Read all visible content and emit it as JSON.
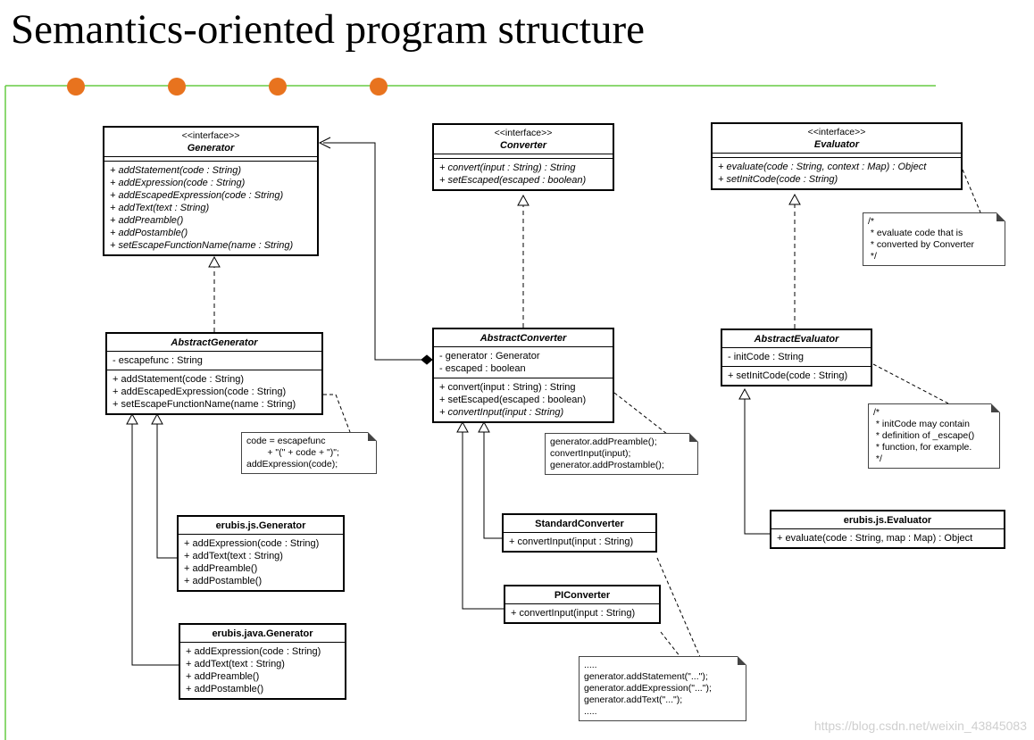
{
  "title": "Semantics-oriented program structure",
  "colors": {
    "accent_line": "#66cc44",
    "bullet": "#e8731e"
  },
  "classes": {
    "generator_iface": {
      "stereotype": "<<interface>>",
      "name": "Generator",
      "methods": [
        "+ addStatement(code : String)",
        "+ addExpression(code : String)",
        "+ addEscapedExpression(code : String)",
        "+ addText(text : String)",
        "+ addPreamble()",
        "+ addPostamble()",
        "+ setEscapeFunctionName(name : String)"
      ]
    },
    "converter_iface": {
      "stereotype": "<<interface>>",
      "name": "Converter",
      "methods": [
        "+ convert(input : String) : String",
        "+ setEscaped(escaped : boolean)"
      ]
    },
    "evaluator_iface": {
      "stereotype": "<<interface>>",
      "name": "Evaluator",
      "methods": [
        "+ evaluate(code : String, context : Map) : Object",
        "+ setInitCode(code : String)"
      ]
    },
    "abstract_generator": {
      "name": "AbstractGenerator",
      "fields": [
        "- escapefunc : String"
      ],
      "methods": [
        "+ addStatement(code : String)",
        "+ addEscapedExpression(code : String)",
        "+ setEscapeFunctionName(name : String)"
      ]
    },
    "abstract_converter": {
      "name": "AbstractConverter",
      "fields": [
        "- generator : Generator",
        "- escaped : boolean"
      ],
      "methods": [
        "+ convert(input : String) : String",
        "+ setEscaped(escaped : boolean)",
        "+ convertInput(input : String)"
      ]
    },
    "abstract_evaluator": {
      "name": "AbstractEvaluator",
      "fields": [
        "- initCode : String"
      ],
      "methods": [
        "+ setInitCode(code : String)"
      ]
    },
    "js_generator": {
      "name": "erubis.js.Generator",
      "methods": [
        "+ addExpression(code : String)",
        "+ addText(text : String)",
        "+ addPreamble()",
        "+ addPostamble()"
      ]
    },
    "java_generator": {
      "name": "erubis.java.Generator",
      "methods": [
        "+ addExpression(code : String)",
        "+ addText(text : String)",
        "+ addPreamble()",
        "+ addPostamble()"
      ]
    },
    "standard_converter": {
      "name": "StandardConverter",
      "methods": [
        "+ convertInput(input : String)"
      ]
    },
    "pi_converter": {
      "name": "PIConverter",
      "methods": [
        "+ convertInput(input : String)"
      ]
    },
    "js_evaluator": {
      "name": "erubis.js.Evaluator",
      "methods": [
        "+ evaluate(code : String, map : Map) : Object"
      ]
    }
  },
  "notes": {
    "evaluator_note": [
      "/*",
      " * evaluate code that is",
      " * converted by Converter",
      " */"
    ],
    "generator_note": [
      "code = escapefunc",
      "        + \"(\" + code + \")\";",
      "addExpression(code);"
    ],
    "converter_note": [
      "generator.addPreamble();",
      "convertInput(input);",
      "generator.addProstamble();"
    ],
    "init_note": [
      "/*",
      " * initCode may contain",
      " * definition of _escape()",
      " * function, for example.",
      " */"
    ],
    "pi_note": [
      ".....",
      "generator.addStatement(\"...\");",
      "generator.addExpression(\"...\");",
      "generator.addText(\"...\");",
      "....."
    ]
  },
  "watermark": "https://blog.csdn.net/weixin_43845083"
}
